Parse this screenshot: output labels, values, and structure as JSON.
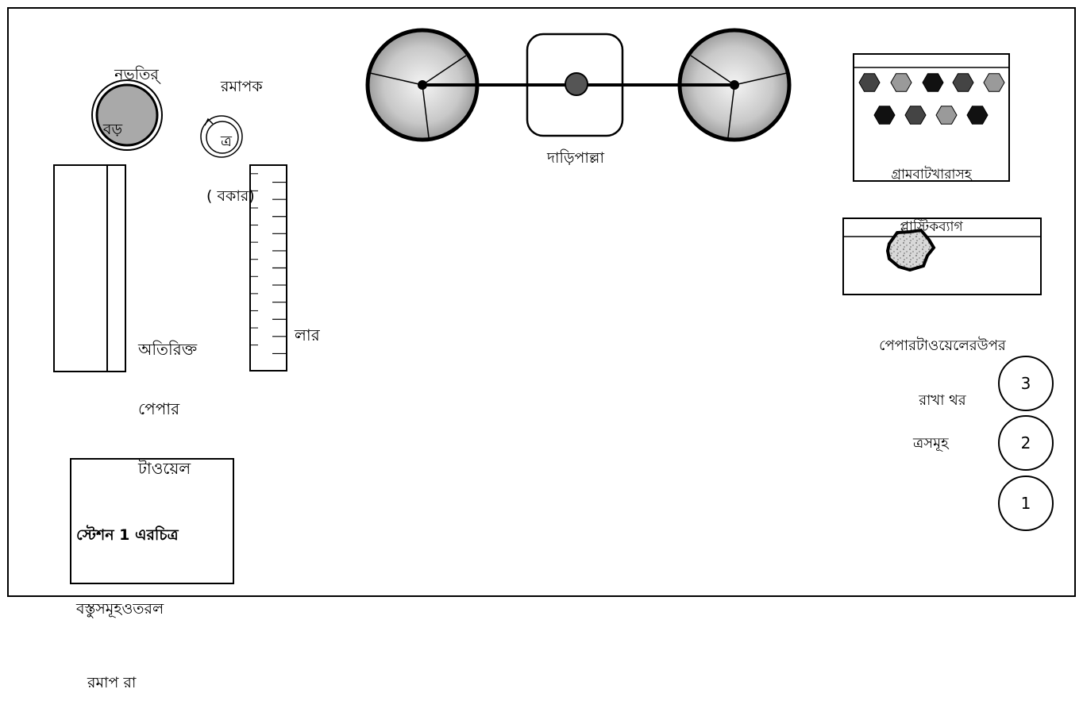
{
  "labels": {
    "large_cylinder": [
      "নভতির্",
      "বড়"
    ],
    "small_cylinder": [
      "রমাপক",
      "ত্র",
      "( বকার)"
    ],
    "balance": "দাড়িপাল্লা",
    "weights_bag": [
      "গ্রামবাটখারাসহ",
      "প্লাস্টিকব্যাগ"
    ],
    "extra_towel": [
      "অতিরিক্ত",
      "পেপার",
      "টাওয়েল"
    ],
    "ruler": "লার",
    "towel_object": [
      "পেপারটাওয়েলেরউপর",
      "রাখা থর"
    ],
    "items": "ত্রসমূহ",
    "station_title": [
      "স্টেশন 1 এরচিত্র",
      "বস্তুসমূহওতরল",
      "রমাপ রা"
    ]
  },
  "numbered_items": [
    "3",
    "2",
    "1"
  ],
  "weight_colors": [
    "#444444",
    "#9a9a9a",
    "#111111",
    "#444444",
    "#9a9a9a",
    "#111111",
    "#444444",
    "#9a9a9a",
    "#111111"
  ]
}
